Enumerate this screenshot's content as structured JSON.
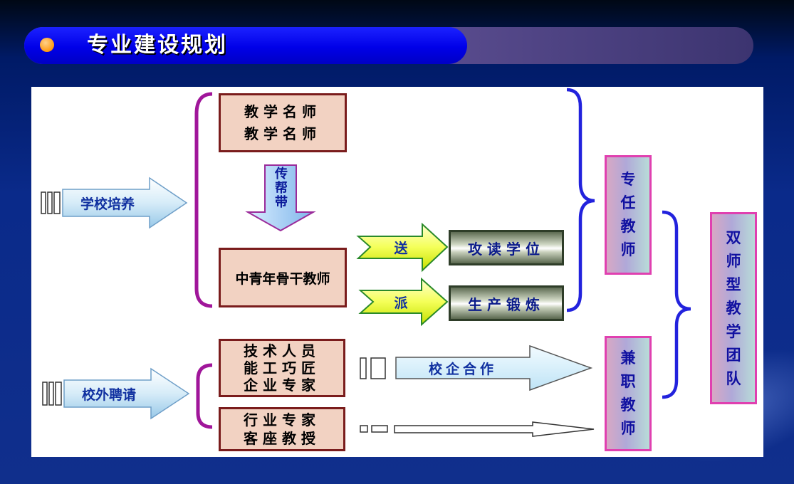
{
  "header": {
    "title": "专业建设规划"
  },
  "diagram": {
    "mentor_box": {
      "line1": "教学名师",
      "line2": "教学名师"
    },
    "pass_on_label": "传帮带",
    "youth_box": "中青年骨干教师",
    "send_label": "送",
    "assign_label": "派",
    "degree_box": "攻读学位",
    "practice_box": "生产锻炼",
    "school_training": "学校培养",
    "outside_hiring": "校外聘请",
    "tech_box": {
      "line1": "技术人员",
      "line2": "能工巧匠",
      "line3": "企业专家"
    },
    "industry_box": {
      "line1": "行业专家",
      "line2": "客座教授"
    },
    "cooperation_label": "校企合作",
    "fulltime_teacher": "专任教师",
    "parttime_teacher": "兼职教师",
    "team_box": "双师型教学团队"
  },
  "colors": {
    "brace_purple": "#a0169a",
    "brace_blue": "#2222dd",
    "accent_orange": "#ff9a10"
  }
}
